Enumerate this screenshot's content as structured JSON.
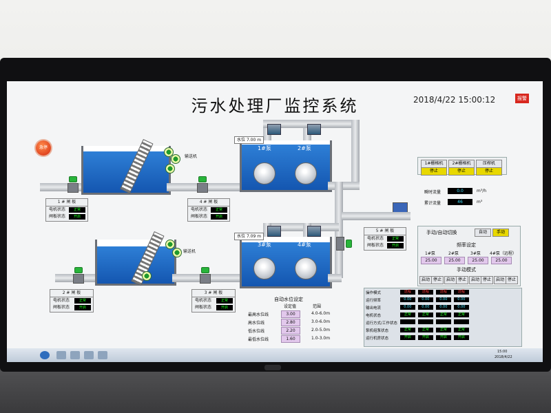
{
  "header": {
    "title": "污水处理厂监控系统",
    "datetime": "2018/4/22 15:00:12",
    "alarm_button": "报警"
  },
  "emergency_button": "急停",
  "gates": [
    {
      "title": "1 # 闸 板",
      "motor_label": "电机状态",
      "motor_status": "正常",
      "gate_label": "闸板状态",
      "gate_status": "开启"
    },
    {
      "title": "4 # 闸 板",
      "motor_label": "电机状态",
      "motor_status": "正常",
      "gate_label": "闸板状态",
      "gate_status": "开启"
    },
    {
      "title": "2 # 闸 板",
      "motor_label": "电机状态",
      "motor_status": "正常",
      "gate_label": "闸板状态",
      "gate_status": "开启"
    },
    {
      "title": "3 # 闸 板",
      "motor_label": "电机状态",
      "motor_status": "正常",
      "gate_label": "闸板状态",
      "gate_status": "开启"
    },
    {
      "title": "5 # 闸 板",
      "motor_label": "电机状态",
      "motor_status": "正常",
      "gate_label": "闸板状态",
      "gate_status": "开启"
    }
  ],
  "conveyors": [
    {
      "label": "输送机"
    },
    {
      "label": "输送机"
    }
  ],
  "pump_tanks": [
    {
      "level_label": "水位",
      "level_value": "7.00",
      "level_unit": "m",
      "pumps": [
        "1#泵",
        "2#泵"
      ]
    },
    {
      "level_label": "水位",
      "level_value": "7.09",
      "level_unit": "m",
      "pumps": [
        "3#泵",
        "4#泵"
      ]
    }
  ],
  "grid_machines": {
    "headers": [
      "1#栅格机",
      "2#栅格机",
      "压榨机"
    ],
    "status": [
      "停止",
      "停止",
      "停止"
    ]
  },
  "flow": {
    "instant_label": "瞬时流量",
    "instant_value": "0.0",
    "instant_unit": "m³/h",
    "total_label": "累计流量",
    "total_value": "46",
    "total_unit": "m³"
  },
  "control": {
    "mode_title": "手动/自动切换",
    "auto_btn": "自动",
    "manual_btn": "手动",
    "freq_title": "频率设定",
    "pump_headers": [
      "1#泵",
      "2#泵",
      "3#泵",
      "4#泵（远程）"
    ],
    "freq_values": [
      "25.00",
      "25.00",
      "25.00",
      "25.00"
    ],
    "manual_title": "手动模式",
    "start_label": "启动",
    "stop_label": "停止"
  },
  "auto_level": {
    "title": "自动水位设定",
    "col_setting": "设定值",
    "col_range": "范围",
    "rows": [
      {
        "label": "最高水位线",
        "value": "3.00",
        "range": "4.0-6.0m"
      },
      {
        "label": "高水位线",
        "value": "2.80",
        "range": "3.0-6.0m"
      },
      {
        "label": "低水位线",
        "value": "2.20",
        "range": "2.0-5.0m"
      },
      {
        "label": "最低水位线",
        "value": "1.60",
        "range": "1.0-3.0m"
      }
    ]
  },
  "status_table": {
    "row_labels": [
      "操作模式",
      "运行频率",
      "输出电流",
      "电机状态",
      "运行方式/工作状态",
      "泵机组泵状态",
      "运行机房状态"
    ],
    "cols": [
      [
        "远程",
        "0.00",
        "0.00",
        "正常",
        "",
        "正常",
        "开启"
      ],
      [
        "远程",
        "0.00",
        "0.00",
        "正常",
        "",
        "正常",
        "开启"
      ],
      [
        "远程",
        "0.00",
        "0.00",
        "正常",
        "",
        "正常",
        "开启"
      ],
      [
        "远程",
        "0.00",
        "0.00",
        "正常",
        "",
        "正常",
        "开启"
      ]
    ]
  },
  "taskbar": {
    "clock": "15:00",
    "date": "2018/4/22"
  }
}
